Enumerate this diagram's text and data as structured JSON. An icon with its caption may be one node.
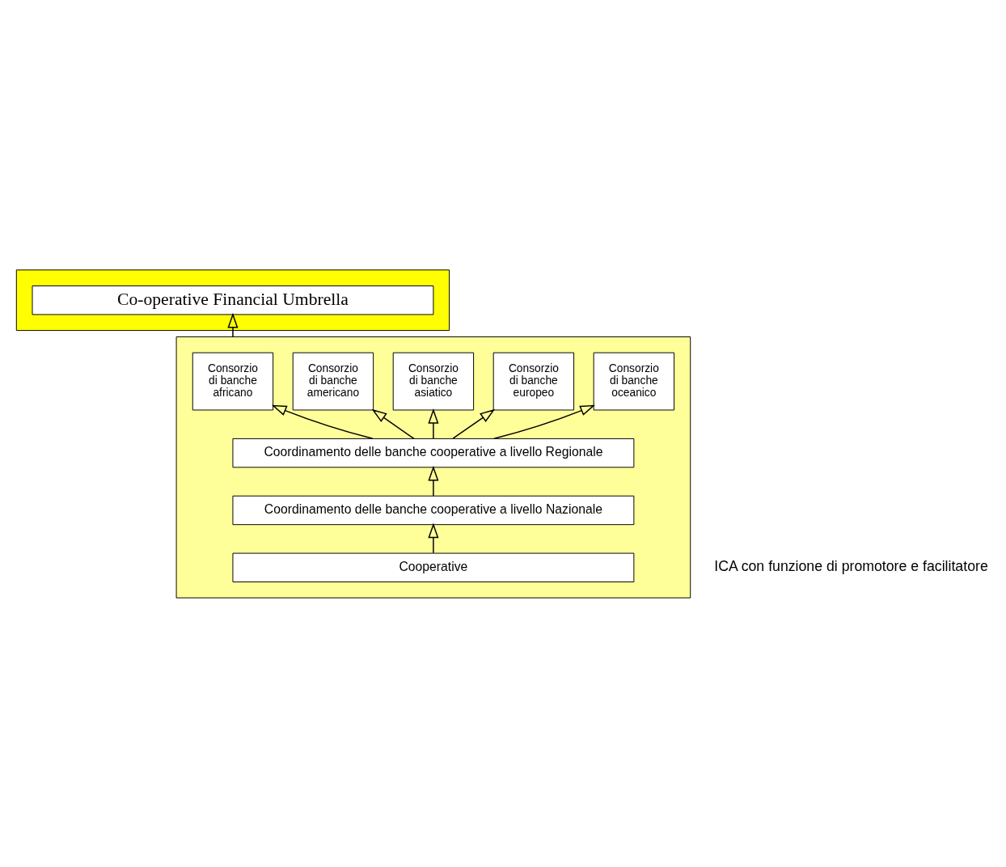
{
  "diagram": {
    "nodes": [
      {
        "text": [],
        "shape": "box"
      },
      {
        "text": [
          "Co-operative Financial Umbrella"
        ],
        "in": 0
      },
      {
        "text": [],
        "shape": "box"
      },
      {
        "text": [
          "Consorzio di banche africano"
        ],
        "in": 2
      },
      {
        "text": [
          "Consorzio di banche americano"
        ],
        "in": 2
      },
      {
        "text": [
          "Consorzio di banche asiatico"
        ],
        "in": 2
      },
      {
        "text": [
          "Consorzio di banche europeo"
        ],
        "in": 2
      },
      {
        "text": [
          "Consorzio di banche oceanico"
        ],
        "in": 2
      },
      {
        "text": [
          "Coordinamento delle banche cooperative a livello Regionale"
        ],
        "in": 2
      },
      {
        "text": [
          "Coordinamento delle banche cooperative a livello Nazionale"
        ],
        "in": 2
      },
      {
        "text": [
          "Cooperative"
        ],
        "in": 2
      }
    ],
    "edges": [
      {
        "from": 2,
        "to": 1,
        "arrow": "to"
      },
      {
        "from": 8,
        "to": 3,
        "arrow": "to"
      },
      {
        "from": 8,
        "to": 4,
        "arrow": "to"
      },
      {
        "from": 8,
        "to": 5,
        "arrow": "to"
      },
      {
        "from": 8,
        "to": 6,
        "arrow": "to"
      },
      {
        "from": 8,
        "to": 7,
        "arrow": "to"
      },
      {
        "from": 9,
        "to": 8,
        "arrow": "to"
      },
      {
        "from": 10,
        "to": 9,
        "arrow": "to"
      }
    ],
    "labels": [
      "ICA con funzione di promotore e facilitatore"
    ]
  }
}
